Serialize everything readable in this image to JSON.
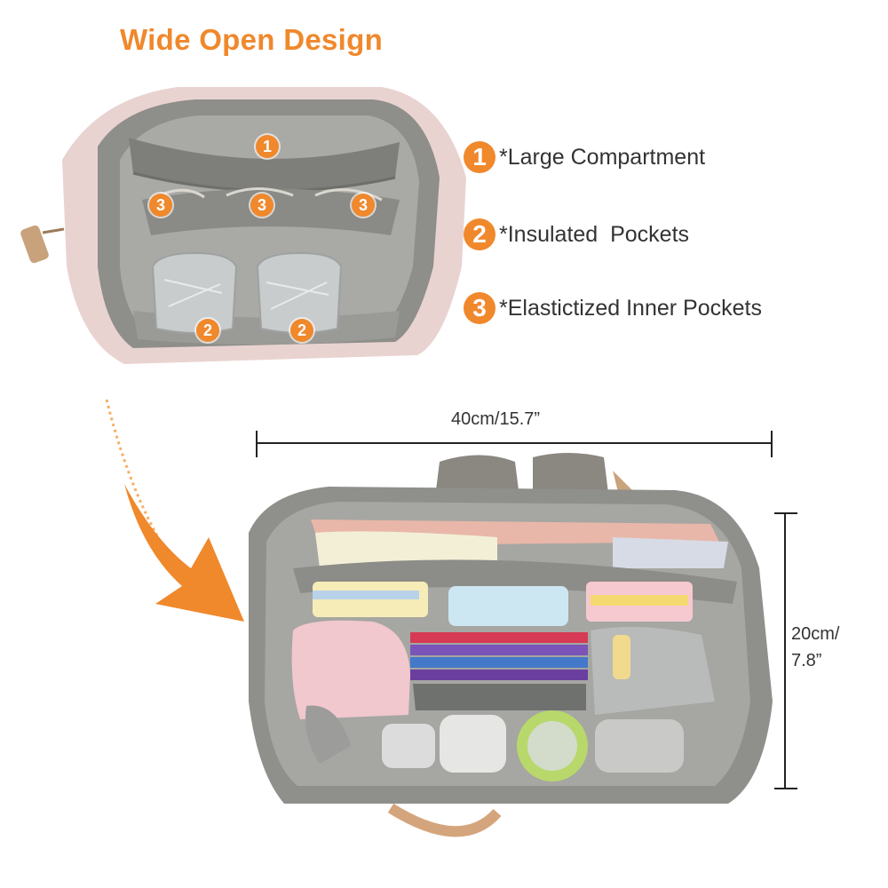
{
  "title": "Wide Open Design",
  "colors": {
    "accent": "#f0882c",
    "text": "#333333",
    "lining": "#8a8a86",
    "shell": "#e8cfcd"
  },
  "legend": [
    {
      "number": "1",
      "label": "*Large Compartment"
    },
    {
      "number": "2",
      "label": "*Insulated  Pockets"
    },
    {
      "number": "3",
      "label": "*Elastictized Inner Pockets"
    }
  ],
  "markers": {
    "large": "1",
    "insulated": "2",
    "elastic": "3"
  },
  "dimensions": {
    "width": "40cm/15.7”",
    "height_line1": "20cm/",
    "height_line2": "7.8”"
  }
}
